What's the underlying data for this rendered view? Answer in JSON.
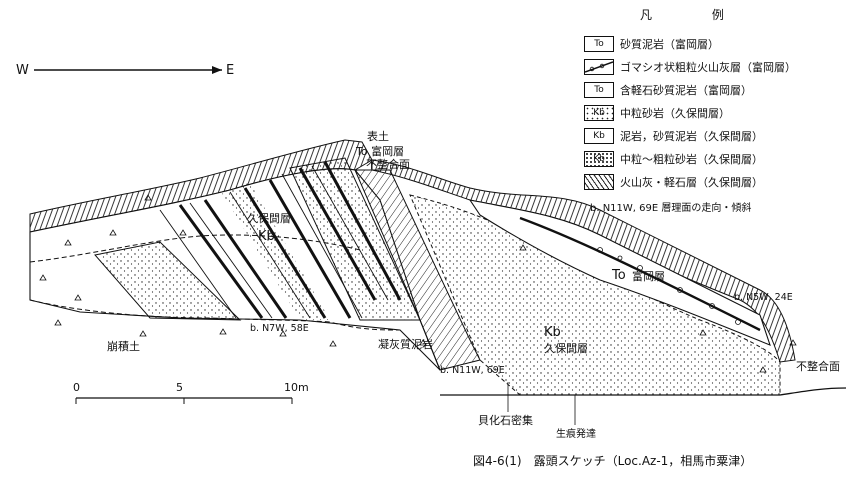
{
  "compass": {
    "west": "W",
    "east": "E"
  },
  "legend": {
    "title": "凡 例",
    "items": [
      {
        "code": "To",
        "label": "砂質泥岩（富岡層）",
        "pattern": "plain"
      },
      {
        "code": "",
        "label": "ゴマシオ状粗粒火山灰層（富岡層）",
        "pattern": "pebbles"
      },
      {
        "code": "To",
        "label": "含軽石砂質泥岩（富岡層）",
        "pattern": "pumice"
      },
      {
        "code": "Kb",
        "label": "中粒砂岩（久保間層）",
        "pattern": "dots"
      },
      {
        "code": "Kb",
        "label": "泥岩，砂質泥岩（久保間層）",
        "pattern": "plain"
      },
      {
        "code": "Kb",
        "label": "中粒〜粗粒砂岩（久保間層）",
        "pattern": "dots-coarse"
      },
      {
        "code": "",
        "label": "火山灰・軽石層（久保間層）",
        "pattern": "hatch"
      }
    ],
    "strike_note": "b. N11W, 69E  層理面の走向・傾斜"
  },
  "labels": {
    "topsoil": "表土",
    "to_top": "To 富岡層",
    "unconformity_top": "不整合面",
    "kb_upper_code": "Kb",
    "kb_upper_name": "久保間層",
    "to_right_code": "To",
    "to_right_name": "富岡層",
    "kb_lower_code": "Kb",
    "kb_lower_name": "久保間層",
    "colluvium": "崩積土",
    "tuffaceous_mudstone": "凝灰質泥岩",
    "strike_1": "b. N7W, 58E",
    "strike_2": "b. N11W, 69E",
    "strike_3": "b. N5W, 24E",
    "unconformity_right": "不整合面",
    "shell_bed": "貝化石密集",
    "trace_fossil": "生痕発達"
  },
  "scale": {
    "start": "0",
    "mid": "5",
    "end": "10m"
  },
  "caption": "図4-6(1)　露頭スケッチ（Loc.Az-1，相馬市粟津）"
}
